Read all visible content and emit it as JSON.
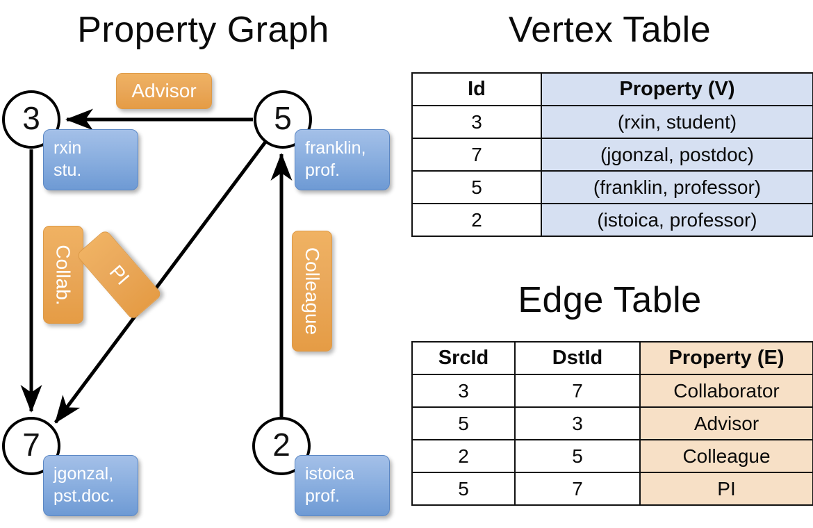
{
  "panels": {
    "graph_title": "Property Graph",
    "vertex_title": "Vertex Table",
    "edge_title": "Edge Table"
  },
  "graph": {
    "nodes": [
      {
        "id": "3",
        "name": "node-3",
        "property_lines": [
          "rxin",
          "stu."
        ]
      },
      {
        "id": "5",
        "name": "node-5",
        "property_lines": [
          "franklin,",
          "prof."
        ]
      },
      {
        "id": "7",
        "name": "node-7",
        "property_lines": [
          "jgonzal,",
          "pst.doc."
        ]
      },
      {
        "id": "2",
        "name": "node-2",
        "property_lines": [
          "istoica",
          "prof."
        ]
      }
    ],
    "node_properties": {
      "n3_l1": "rxin",
      "n3_l2": "stu.",
      "n5_l1": "franklin,",
      "n5_l2": "prof.",
      "n7_l1": "jgonzal,",
      "n7_l2": "pst.doc.",
      "n2_l1": "istoica",
      "n2_l2": "prof."
    },
    "edge_labels": {
      "advisor": "Advisor",
      "collab": "Collab.",
      "pi": "PI",
      "colleague": "Colleague"
    },
    "edges": [
      {
        "from": "5",
        "to": "3",
        "label": "Advisor"
      },
      {
        "from": "3",
        "to": "7",
        "label": "Collab."
      },
      {
        "from": "5",
        "to": "7",
        "label": "PI"
      },
      {
        "from": "2",
        "to": "5",
        "label": "Colleague"
      }
    ]
  },
  "vertex_table": {
    "headers": [
      "Id",
      "Property (V)"
    ],
    "rows": [
      {
        "id": "3",
        "property": "(rxin, student)"
      },
      {
        "id": "7",
        "property": "(jgonzal, postdoc)"
      },
      {
        "id": "5",
        "property": "(franklin, professor)"
      },
      {
        "id": "2",
        "property": "(istoica, professor)"
      }
    ]
  },
  "edge_table": {
    "headers": [
      "SrcId",
      "DstId",
      "Property (E)"
    ],
    "rows": [
      {
        "src": "3",
        "dst": "7",
        "property": "Collaborator"
      },
      {
        "src": "5",
        "dst": "3",
        "property": "Advisor"
      },
      {
        "src": "2",
        "dst": "5",
        "property": "Colleague"
      },
      {
        "src": "5",
        "dst": "7",
        "property": "PI"
      }
    ]
  },
  "colors": {
    "vertex_property_fill": "#d6e0f2",
    "edge_property_fill": "#f7e0c6",
    "vertex_box": "#8cb0e0",
    "edge_badge": "#eaa95c",
    "stroke": "#000000"
  }
}
